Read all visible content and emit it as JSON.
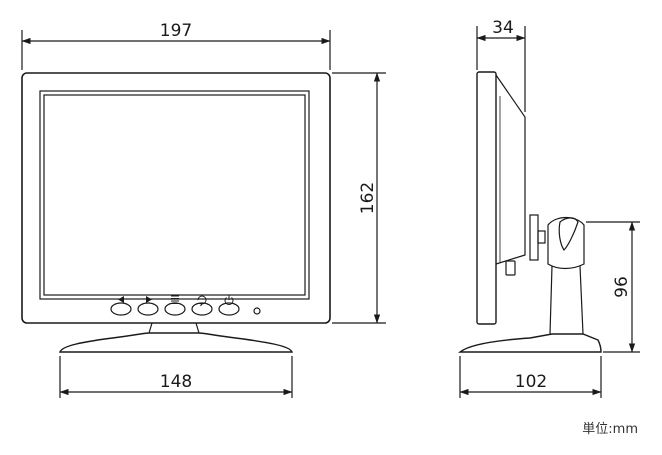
{
  "dimensions": {
    "front_width": "197",
    "front_height": "162",
    "base_width": "148",
    "side_depth": "34",
    "stand_height": "96",
    "base_depth": "102"
  },
  "unit_label": "単位:mm",
  "icons": {
    "button_1": "triangle-left-icon",
    "button_2": "triangle-right-icon",
    "button_3": "menu-icon",
    "button_4": "auto-adjust-icon",
    "button_5": "power-icon"
  },
  "colors": {
    "line": "#1a1a1a",
    "background": "#ffffff"
  }
}
